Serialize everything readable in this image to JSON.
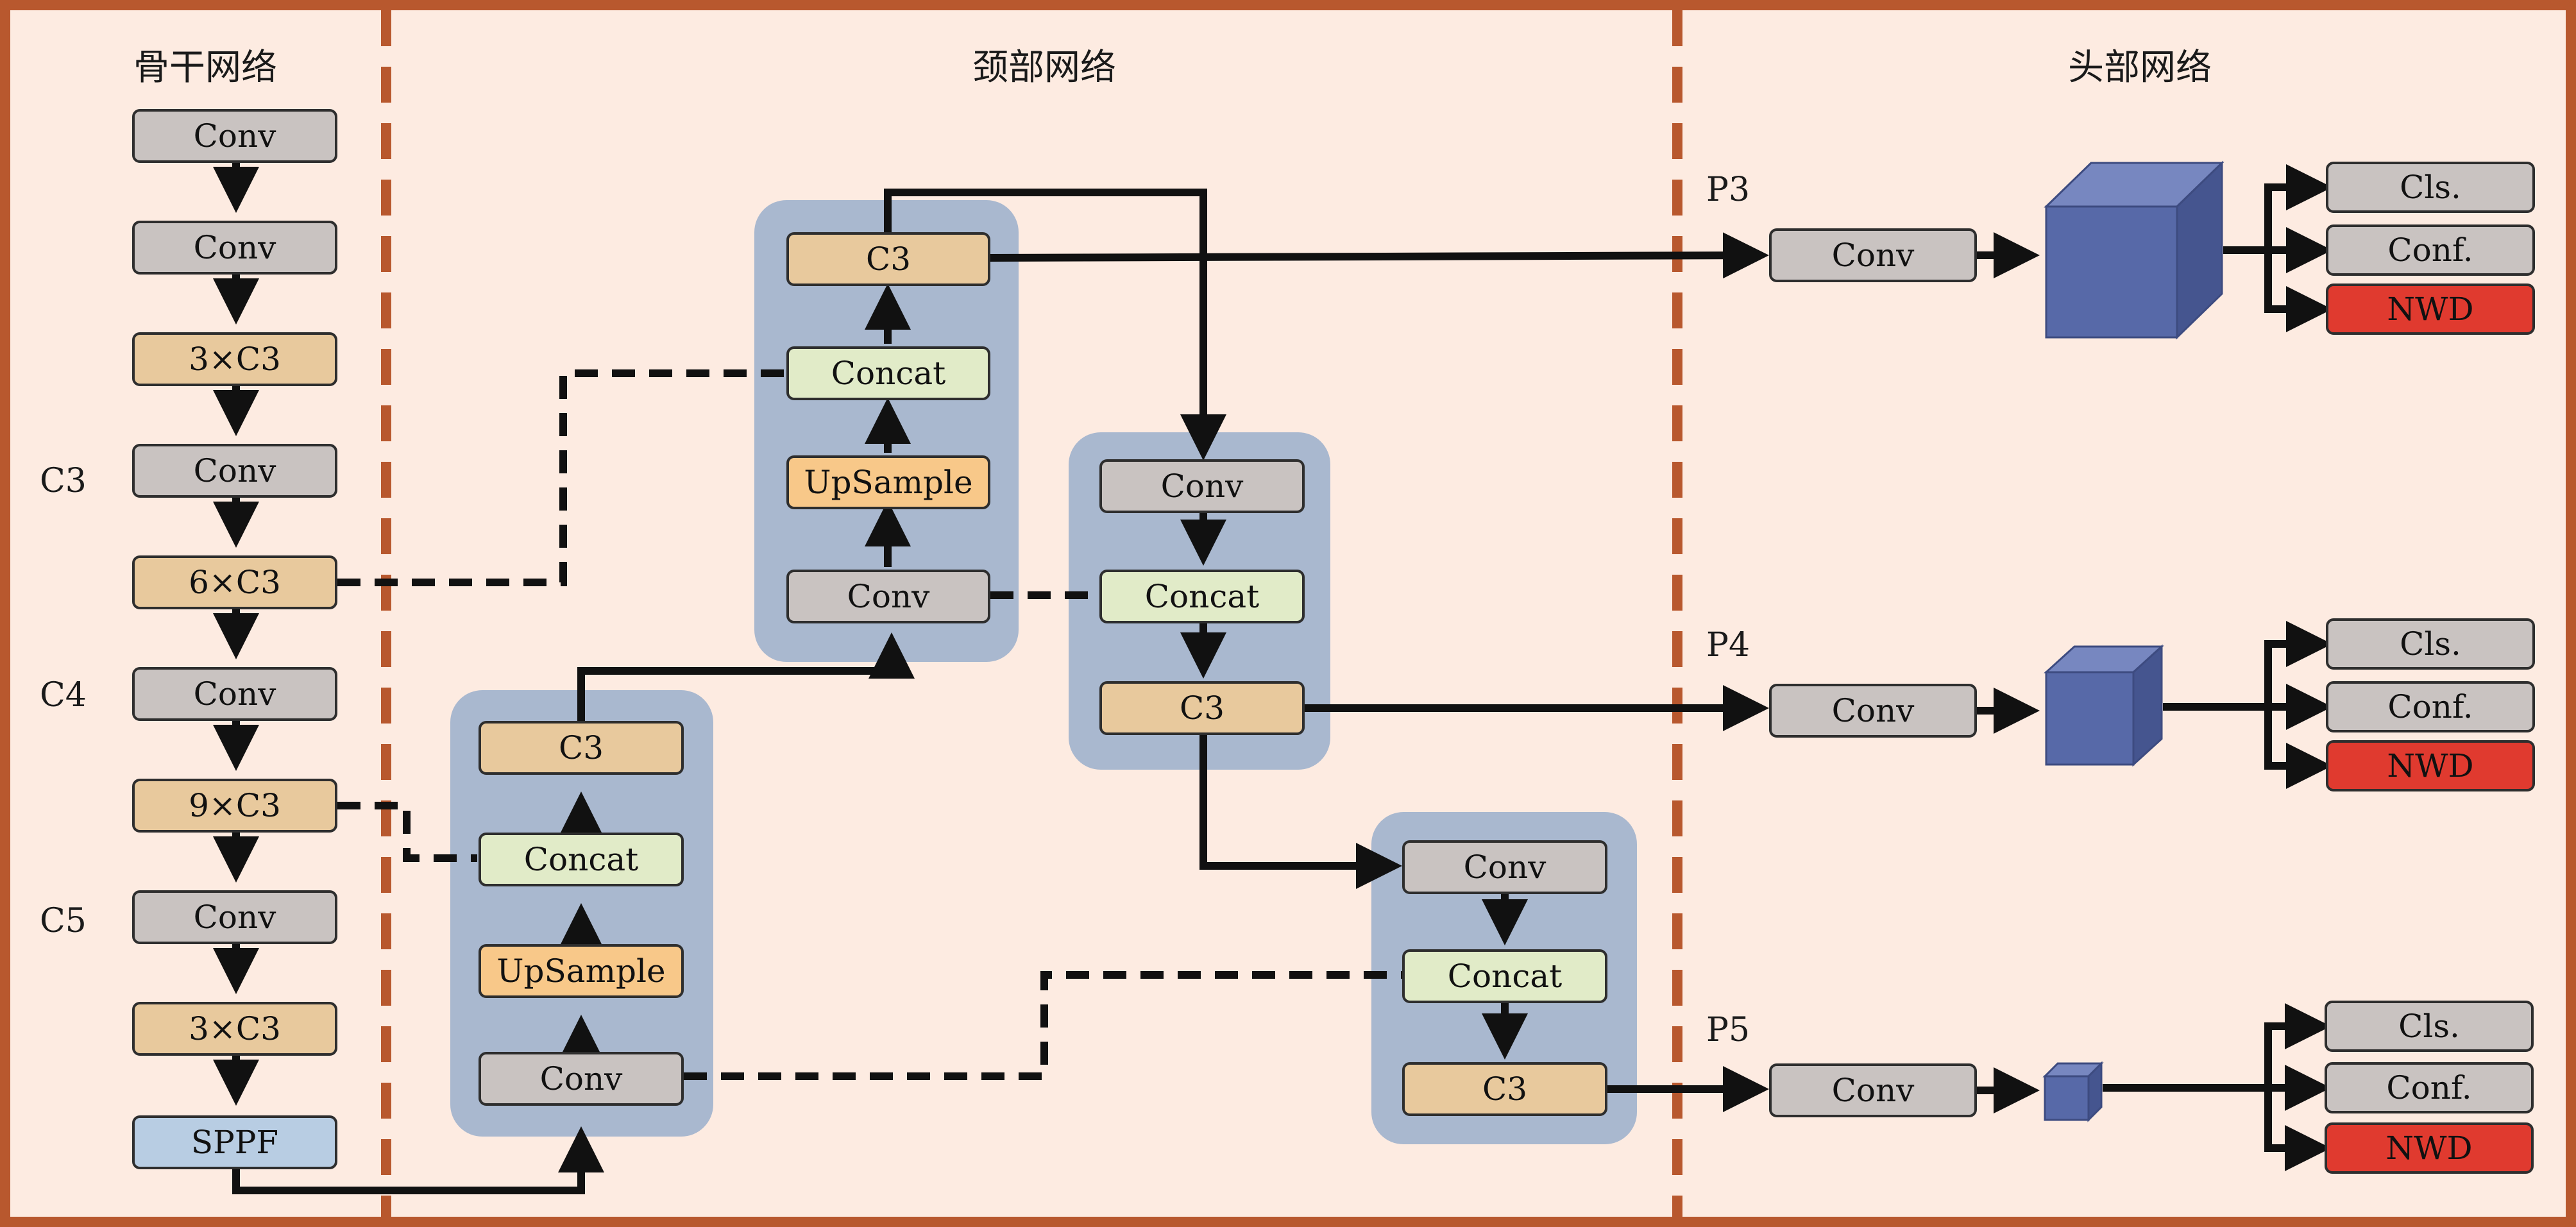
{
  "sections": {
    "backbone": "骨干网络",
    "neck": "颈部网络",
    "head": "头部网络"
  },
  "side_labels": {
    "c3": "C3",
    "c4": "C4",
    "c5": "C5"
  },
  "head_labels": {
    "p3": "P3",
    "p4": "P4",
    "p5": "P5"
  },
  "backbone": {
    "conv1": "Conv",
    "conv2": "Conv",
    "c3x3a": "3×C3",
    "conv3": "Conv",
    "c3x6": "6×C3",
    "conv4": "Conv",
    "c3x9": "9×C3",
    "conv5": "Conv",
    "c3x3b": "3×C3",
    "sppf": "SPPF"
  },
  "neck_low": {
    "c3": "C3",
    "concat": "Concat",
    "upsample": "UpSample",
    "conv": "Conv"
  },
  "neck_top": {
    "c3": "C3",
    "concat": "Concat",
    "upsample": "UpSample",
    "conv": "Conv"
  },
  "neck_mid": {
    "conv": "Conv",
    "concat": "Concat",
    "c3": "C3"
  },
  "neck_bottom": {
    "conv": "Conv",
    "concat": "Concat",
    "c3": "C3"
  },
  "head": {
    "p3": {
      "conv": "Conv",
      "cls": "Cls.",
      "conf": "Conf.",
      "nwd": "NWD"
    },
    "p4": {
      "conv": "Conv",
      "cls": "Cls.",
      "conf": "Conf.",
      "nwd": "NWD"
    },
    "p5": {
      "conv": "Conv",
      "cls": "Cls.",
      "conf": "Conf.",
      "nwd": "NWD"
    }
  },
  "colors": {
    "background": "#fdebe1",
    "frame": "#b8582e",
    "divider": "#b8582e",
    "group": "#a9b8cf",
    "conv": "#c9c3c1",
    "c3": "#e8c99d",
    "concat": "#e1ebc8",
    "upsample": "#f8c889",
    "sppf": "#b8cde3",
    "nwd": "#e03a2f",
    "cube_front": "#5769a8",
    "cube_top": "#7787c0",
    "cube_side": "#45558f"
  }
}
